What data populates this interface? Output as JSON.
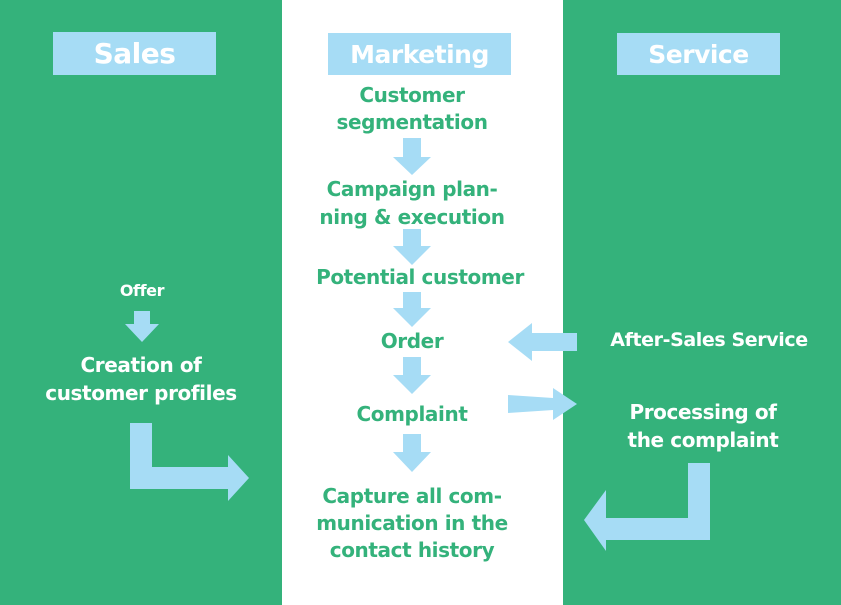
{
  "colors": {
    "column_green": "#34b27b",
    "column_white": "#ffffff",
    "accent_blue": "#a6dcf5",
    "text_green": "#34b27b",
    "text_white": "#ffffff"
  },
  "columns": {
    "sales": {
      "header": "Sales",
      "items": {
        "offer": "Offer",
        "profiles": "Creation of\ncustomer profiles"
      }
    },
    "marketing": {
      "header": "Marketing",
      "steps": {
        "segmentation": "Customer\nsegmentation",
        "campaign": "Campaign plan-\nning & execution",
        "potential": "Potential customer",
        "order": "Order",
        "complaint": "Complaint",
        "capture": "Capture all com-\nmunication in the\ncontact history"
      }
    },
    "service": {
      "header": "Service",
      "items": {
        "after_sales": "After-Sales Service",
        "processing": "Processing of\nthe complaint"
      }
    }
  }
}
